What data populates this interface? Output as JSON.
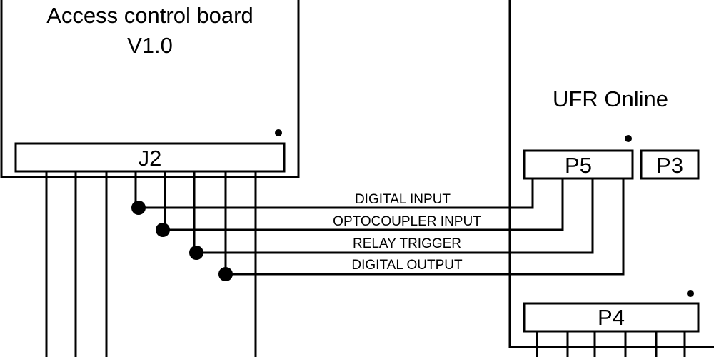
{
  "boards": {
    "access_control": {
      "title_line1": "Access control board",
      "title_line2": "V1.0"
    },
    "ufr_online": {
      "title": "UFR Online"
    }
  },
  "connectors": {
    "j2": "J2",
    "p5": "P5",
    "p3": "P3",
    "p4": "P4"
  },
  "signals": [
    "DIGITAL INPUT",
    "OPTOCOUPLER INPUT",
    "RELAY TRIGGER",
    "DIGITAL OUTPUT"
  ]
}
